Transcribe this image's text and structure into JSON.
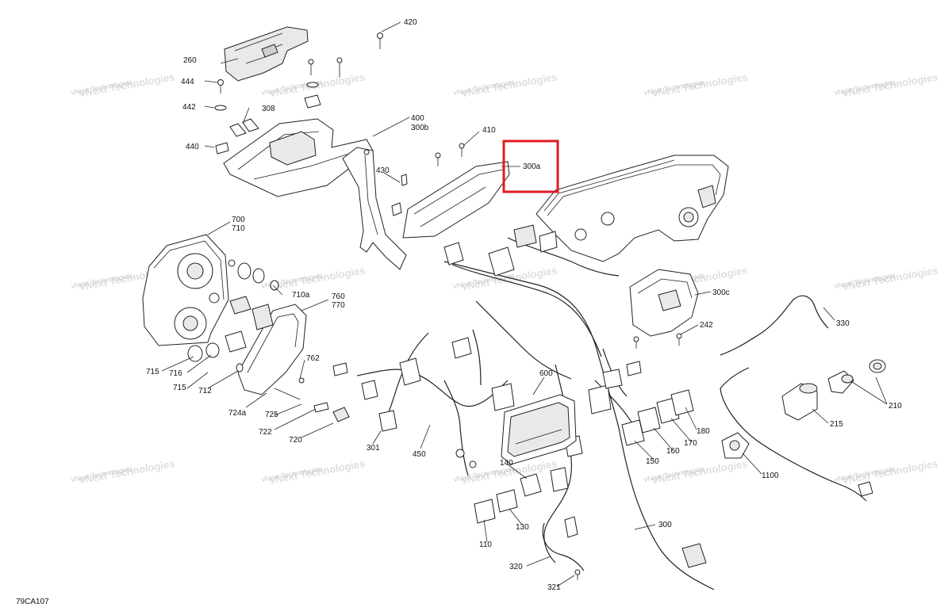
{
  "diagram_code": "79CA107",
  "watermark": [
    "vNext Technologies",
    "vNext Technologies"
  ],
  "callouts": [
    "420",
    "260",
    "444",
    "442",
    "308",
    "440",
    "400",
    "300b",
    "410",
    "430",
    "300a",
    "700",
    "710",
    "710a",
    "760",
    "770",
    "715",
    "716",
    "715",
    "712",
    "762",
    "724a",
    "725",
    "722",
    "720",
    "301",
    "450",
    "600",
    "300c",
    "242",
    "330",
    "210",
    "215",
    "1100",
    "180",
    "170",
    "160",
    "150",
    "140",
    "130",
    "110",
    "300",
    "320",
    "321"
  ],
  "highlight": {
    "label": "300a",
    "color": "#e01b24"
  }
}
